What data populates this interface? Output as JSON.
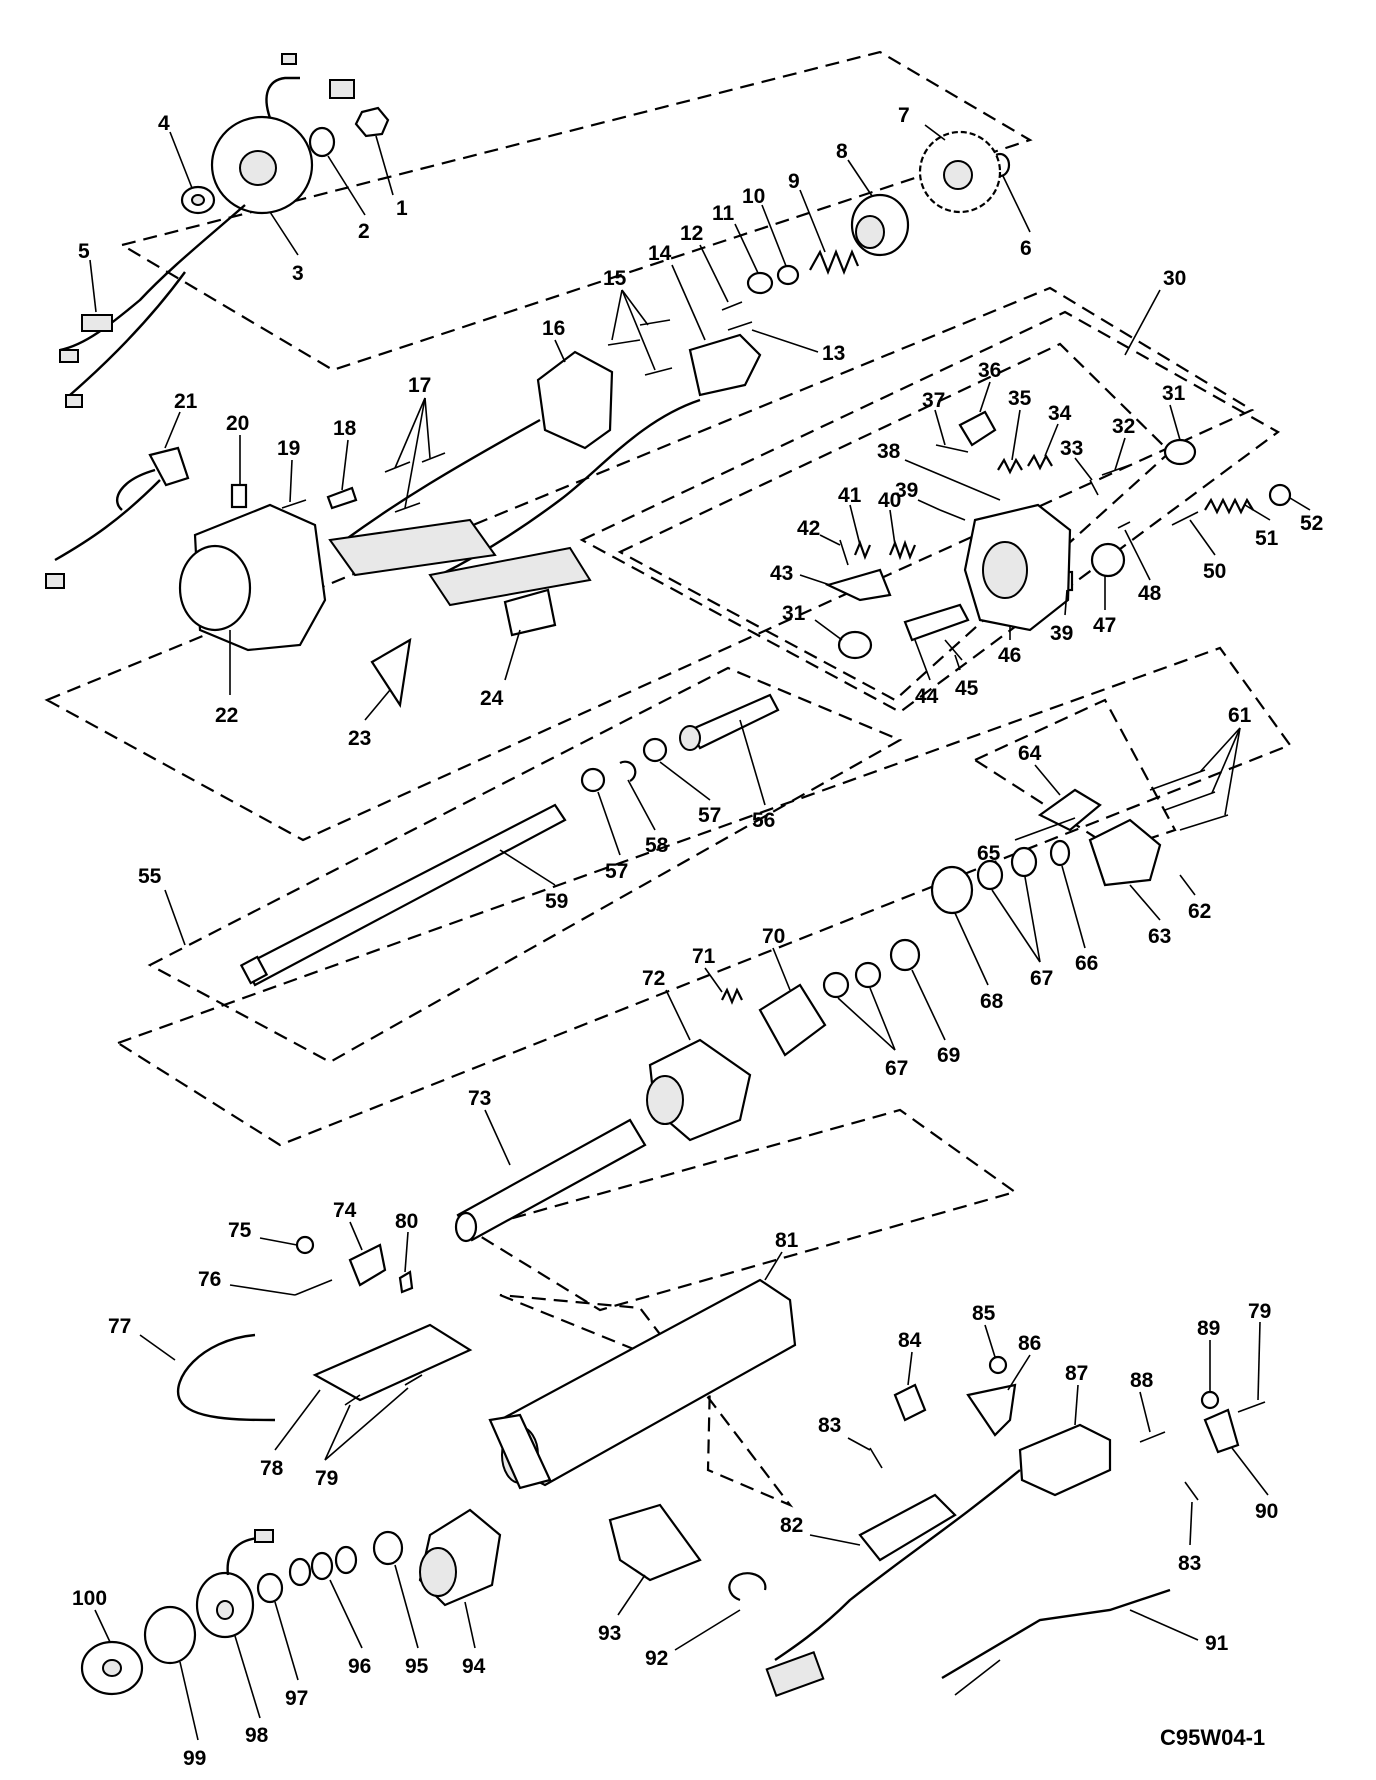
{
  "figure": {
    "id": "C95W04-1",
    "callouts": [
      "1",
      "2",
      "3",
      "4",
      "5",
      "6",
      "7",
      "8",
      "9",
      "10",
      "11",
      "12",
      "13",
      "14",
      "15",
      "16",
      "17",
      "18",
      "19",
      "20",
      "21",
      "22",
      "23",
      "24",
      "30",
      "31",
      "32",
      "33",
      "34",
      "35",
      "36",
      "37",
      "38",
      "39",
      "40",
      "41",
      "42",
      "43",
      "44",
      "45",
      "46",
      "47",
      "48",
      "50",
      "51",
      "52",
      "55",
      "56",
      "57",
      "58",
      "59",
      "61",
      "62",
      "63",
      "64",
      "65",
      "66",
      "67",
      "68",
      "69",
      "70",
      "71",
      "72",
      "73",
      "74",
      "75",
      "76",
      "77",
      "78",
      "79",
      "80",
      "81",
      "82",
      "83",
      "84",
      "85",
      "86",
      "87",
      "88",
      "89",
      "90",
      "91",
      "92",
      "93",
      "94",
      "95",
      "96",
      "97",
      "98",
      "99",
      "100"
    ]
  }
}
